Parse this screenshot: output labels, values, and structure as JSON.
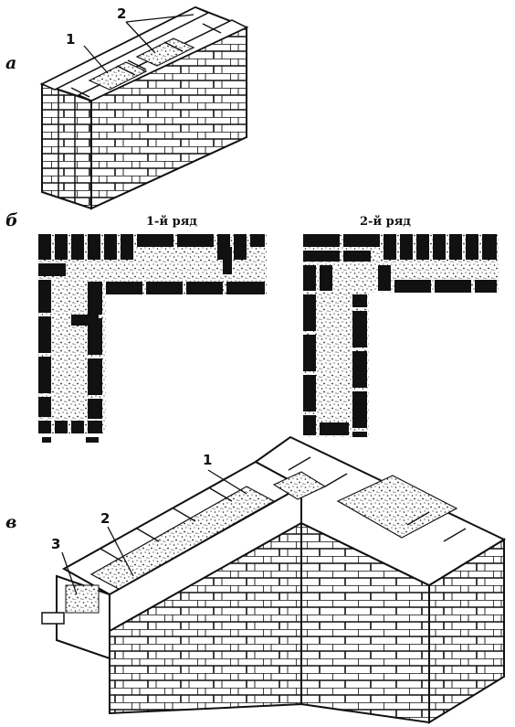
{
  "panels": {
    "a": {
      "label": "а",
      "callouts": [
        "1",
        "2"
      ]
    },
    "b": {
      "label": "б",
      "row1": "1-й ряд",
      "row2": "2-й ряд"
    },
    "c": {
      "label": "в",
      "callouts": [
        "1",
        "2",
        "3"
      ]
    }
  },
  "colors": {
    "ink": "#111111",
    "paper": "#ffffff",
    "fill_dots": "#222222"
  }
}
